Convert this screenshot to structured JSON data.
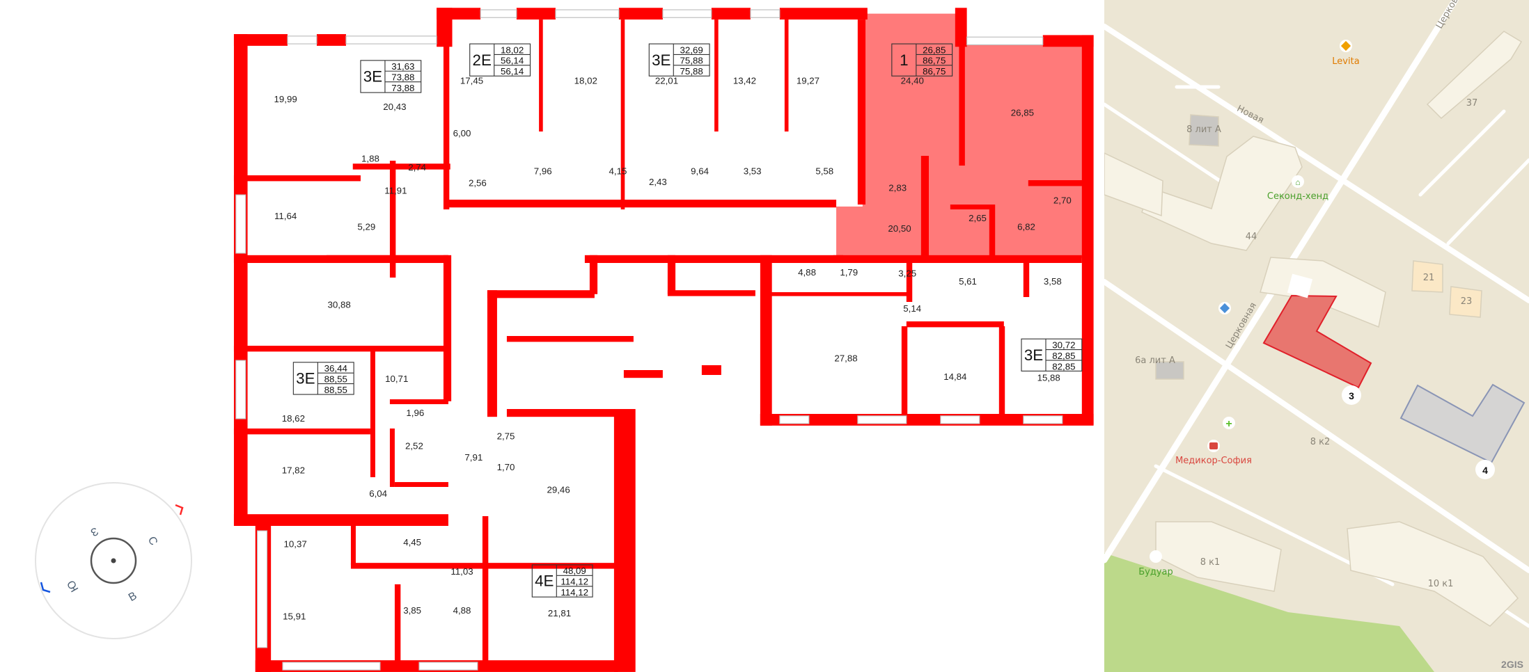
{
  "colors": {
    "wall": "#ff0000",
    "selected_fill": "#ff7a7a",
    "map_bg": "#ece6d4",
    "selected_building": "#e8766f",
    "park": "#bcd98a"
  },
  "apartments": [
    {
      "type": "3E",
      "values": [
        "31,63",
        "73,88",
        "73,88"
      ]
    },
    {
      "type": "2E",
      "values": [
        "18,02",
        "56,14",
        "56,14"
      ]
    },
    {
      "type": "3E",
      "values": [
        "32,69",
        "75,88",
        "75,88"
      ]
    },
    {
      "type": "1",
      "values": [
        "26,85",
        "86,75",
        "86,75"
      ],
      "selected": true
    },
    {
      "type": "3E",
      "values": [
        "36,44",
        "88,55",
        "88,55"
      ]
    },
    {
      "type": "3E",
      "values": [
        "30,72",
        "82,85",
        "82,85"
      ]
    },
    {
      "type": "4E",
      "values": [
        "48,09",
        "114,12",
        "114,12"
      ]
    }
  ],
  "rooms": [
    "19,99",
    "20,43",
    "17,45",
    "18,02",
    "22,01",
    "13,42",
    "19,27",
    "24,40",
    "26,85",
    "6,00",
    "1,88",
    "2,74",
    "2,56",
    "7,96",
    "4,15",
    "2,43",
    "9,64",
    "3,53",
    "5,58",
    "2,83",
    "2,70",
    "11,91",
    "11,64",
    "5,29",
    "20,50",
    "2,65",
    "6,82",
    "30,88",
    "4,88",
    "1,79",
    "3,25",
    "5,61",
    "3,58",
    "5,14",
    "10,71",
    "18,62",
    "1,96",
    "2,52",
    "7,91",
    "2,75",
    "1,70",
    "17,82",
    "6,04",
    "29,46",
    "27,88",
    "14,84",
    "15,88",
    "10,37",
    "4,45",
    "11,03",
    "21,81",
    "15,91",
    "3,85",
    "4,88"
  ],
  "compass": {
    "north": "С",
    "east": "В",
    "south": "Ю",
    "west": "З"
  },
  "map": {
    "streets": [
      "Новая",
      "Церковная",
      "Церковная"
    ],
    "buildings": [
      "8 лит А",
      "37",
      "44",
      "21",
      "23",
      "6а лит А",
      "8 к2",
      "8 к1",
      "10 к1"
    ],
    "pois": [
      {
        "name": "Levita",
        "color": "#e07b00"
      },
      {
        "name": "Секонд-хенд",
        "color": "#4aa02c"
      },
      {
        "name": "Медикор-София",
        "color": "#d9473f"
      },
      {
        "name": "Будуар",
        "color": "#4aa02c"
      }
    ],
    "markers": [
      "3",
      "4"
    ],
    "logo": "2GIS"
  }
}
